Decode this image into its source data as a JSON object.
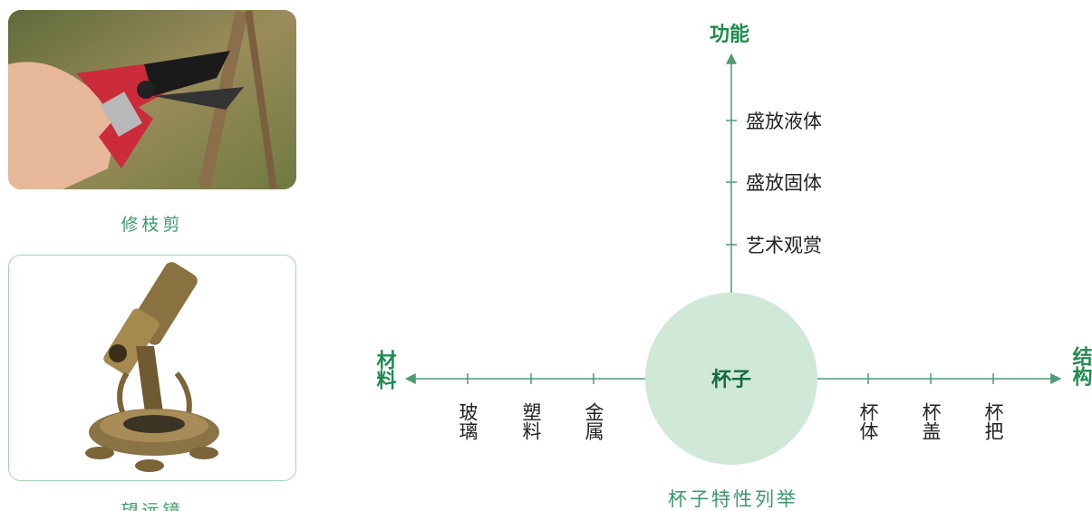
{
  "left_panel": {
    "photos": [
      {
        "caption": "修枝剪",
        "icon": "pruning-shears-photo"
      },
      {
        "caption": "望远镜",
        "icon": "telescope-photo"
      }
    ]
  },
  "diagram": {
    "center": "杯子",
    "caption": "杯子特性列举",
    "axes": {
      "up": {
        "title": "功能",
        "items": [
          "盛放液体",
          "盛放固体",
          "艺术观赏"
        ]
      },
      "left": {
        "title": "材料",
        "items": [
          "金属",
          "塑料",
          "玻璃"
        ]
      },
      "right": {
        "title": "结构",
        "items": [
          "杯体",
          "杯盖",
          "杯把"
        ]
      }
    },
    "colors": {
      "axis": "#4f9a72",
      "title": "#1f8a4f",
      "center_fill": "#cfe8d8"
    }
  }
}
